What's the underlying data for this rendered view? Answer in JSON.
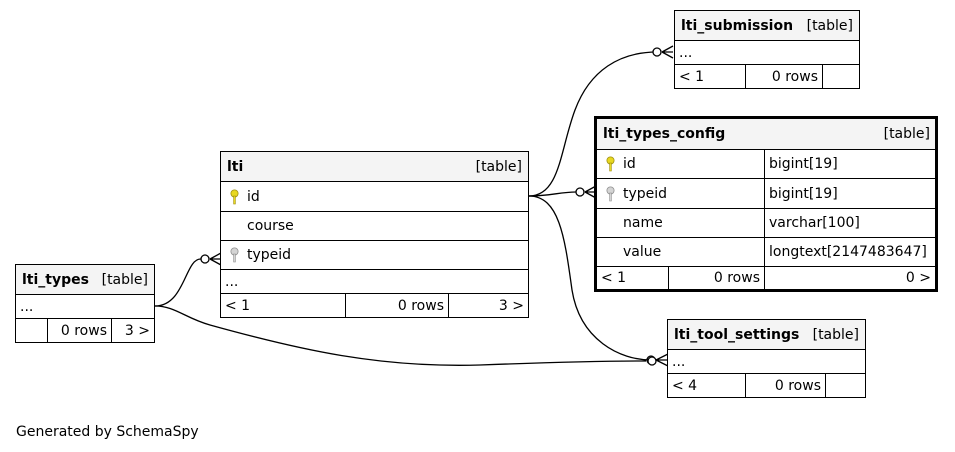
{
  "footer": "Generated by SchemaSpy",
  "colors": {
    "primary_key": "#e8d820",
    "foreign_key": "#b8b8b8",
    "header_bg": "#f4f4f4"
  },
  "tables": {
    "lti_submission": {
      "name": "lti_submission",
      "kind": "[table]",
      "ellipsis": "...",
      "footer": {
        "parents": "< 1",
        "rows": "0 rows",
        "children": ""
      }
    },
    "lti_types_config": {
      "name": "lti_types_config",
      "kind": "[table]",
      "columns": [
        {
          "name": "id",
          "type": "bigint[19]",
          "key": "primary"
        },
        {
          "name": "typeid",
          "type": "bigint[19]",
          "key": "foreign"
        },
        {
          "name": "name",
          "type": "varchar[100]",
          "key": ""
        },
        {
          "name": "value",
          "type": "longtext[2147483647]",
          "key": ""
        }
      ],
      "footer": {
        "parents": "< 1",
        "rows": "0 rows",
        "children": "0 >"
      }
    },
    "lti": {
      "name": "lti",
      "kind": "[table]",
      "columns": [
        {
          "name": "id",
          "key": "primary"
        },
        {
          "name": "course",
          "key": ""
        },
        {
          "name": "typeid",
          "key": "foreign"
        }
      ],
      "ellipsis": "...",
      "footer": {
        "parents": "< 1",
        "rows": "0 rows",
        "children": "3 >"
      }
    },
    "lti_types": {
      "name": "lti_types",
      "kind": "[table]",
      "ellipsis": "...",
      "footer": {
        "parents": "",
        "rows": "0 rows",
        "children": "3 >"
      }
    },
    "lti_tool_settings": {
      "name": "lti_tool_settings",
      "kind": "[table]",
      "ellipsis": "...",
      "footer": {
        "parents": "< 4",
        "rows": "0 rows",
        "children": ""
      }
    }
  }
}
